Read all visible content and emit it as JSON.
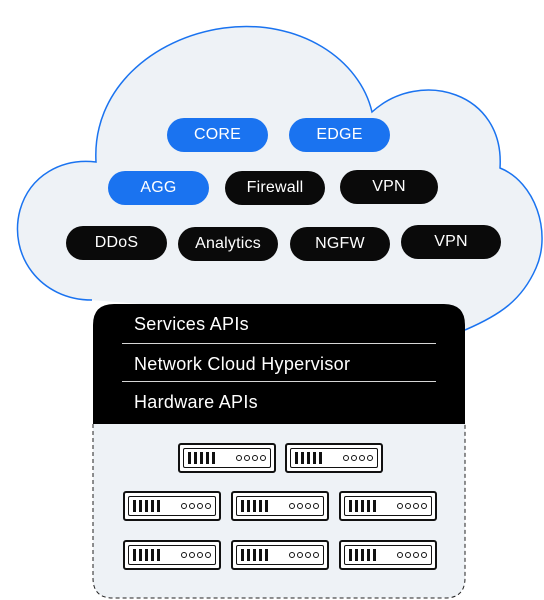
{
  "cloud": {
    "functions": [
      {
        "label": "CORE",
        "style": "blue"
      },
      {
        "label": "EDGE",
        "style": "blue"
      },
      {
        "label": "AGG",
        "style": "blue"
      },
      {
        "label": "Firewall",
        "style": "dark"
      },
      {
        "label": "VPN",
        "style": "dark"
      },
      {
        "label": "DDoS",
        "style": "dark"
      },
      {
        "label": "Analytics",
        "style": "dark"
      },
      {
        "label": "NGFW",
        "style": "dark"
      },
      {
        "label": "VPN",
        "style": "dark"
      }
    ]
  },
  "stack": {
    "layers": [
      "Services APIs",
      "Network Cloud Hypervisor",
      "Hardware APIs"
    ]
  },
  "hardware": {
    "server_icon": "server-rack-icon",
    "server_count": 8
  },
  "colors": {
    "accent_blue": "#1a73f0",
    "pill_dark": "#0a0a0a",
    "cloud_fill": "#eef2f6",
    "cloud_stroke": "#1a73f0",
    "stack_bg": "#000000",
    "hardware_bg": "#eef2f6"
  }
}
